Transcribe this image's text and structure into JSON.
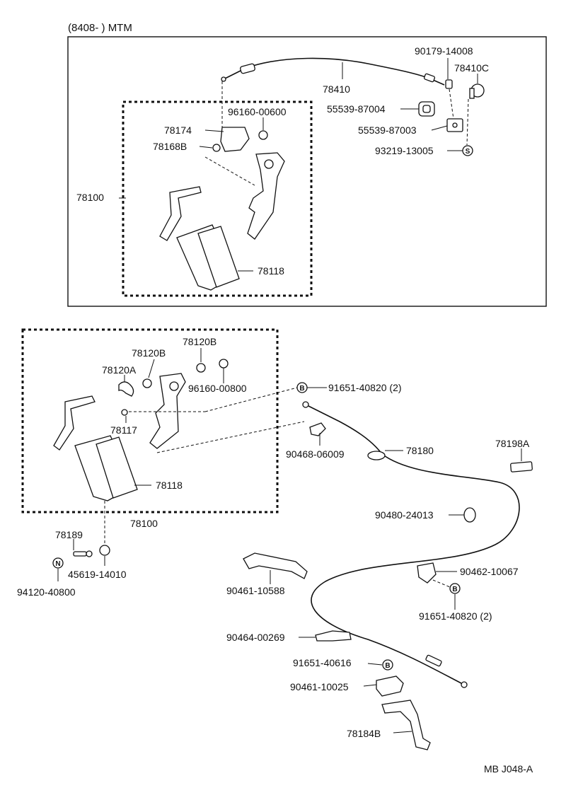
{
  "header": "(8408-        ) MTM",
  "footer": "MB J048-A",
  "top": {
    "cable": "78410",
    "clamp": "90179-14008",
    "pin": "78410C",
    "grommet1": "55539-87004",
    "grommet2": "55539-87003",
    "washer": "93219-13005",
    "assy": "78100",
    "bracket": "78174",
    "bushing": "96160-00600",
    "bolt": "78168B",
    "pad": "78118",
    "washer_symbol": "S"
  },
  "bottom": {
    "bushing1": "78120B",
    "bushing2": "78120B",
    "spring": "78120A",
    "bushing3": "96160-00800",
    "bolt": "78117",
    "pad": "78118",
    "assy": "78100",
    "stopper": "78189",
    "nut": "94120-40800",
    "cushion": "45619-14010",
    "bolt1": "91651-40820 (2)",
    "clip1": "90468-06009",
    "cable": "78180",
    "cap": "78198A",
    "grommet": "90480-24013",
    "clamp1": "90462-10067",
    "bolt2": "91651-40820 (2)",
    "clamp2": "90461-10588",
    "clip2": "90464-00269",
    "bolt3": "91651-40616",
    "clamp3": "90461-10025",
    "bracket": "78184B",
    "nut_symbol": "N",
    "bolt_symbol": "B"
  }
}
